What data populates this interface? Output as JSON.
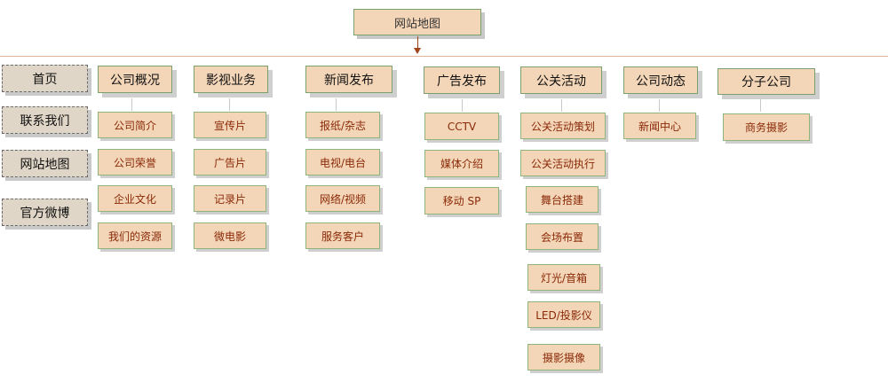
{
  "root_label": "网站地图",
  "left_nav": [
    "首页",
    "联系我们",
    "网站地图",
    "官方微博"
  ],
  "sections": {
    "about": {
      "title": "公司概况",
      "items": [
        "公司简介",
        "公司荣誉",
        "企业文化",
        "我们的资源"
      ]
    },
    "film": {
      "title": "影视业务",
      "items": [
        "宣传片",
        "广告片",
        "记录片",
        "微电影"
      ]
    },
    "news": {
      "title": "新闻发布",
      "items": [
        "报纸/杂志",
        "电视/电台",
        "网络/视频",
        "服务客户"
      ]
    },
    "ads": {
      "title": "广告发布",
      "items": [
        "CCTV",
        "媒体介绍",
        "移动 SP"
      ]
    },
    "pr": {
      "title": "公关活动",
      "items": [
        "公关活动策划",
        "公关活动执行",
        "舞台搭建",
        "会场布置",
        "灯光/音箱",
        "LED/投影仪",
        "摄影摄像"
      ]
    },
    "dynamics": {
      "title": "公司动态",
      "items": [
        "新闻中心"
      ]
    },
    "branch": {
      "title": "分子公司",
      "items": [
        "商务摄影"
      ]
    }
  }
}
